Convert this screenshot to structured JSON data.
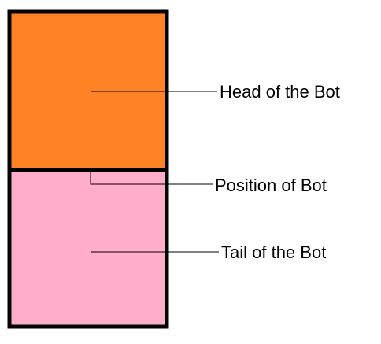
{
  "diagram": {
    "labels": {
      "head": "Head of the Bot",
      "position": "Position of Bot",
      "tail": "Tail of the Bot"
    },
    "colors": {
      "head": "#FF8324",
      "tail": "#FFADCB",
      "border": "#000000",
      "line": "#000000"
    }
  }
}
